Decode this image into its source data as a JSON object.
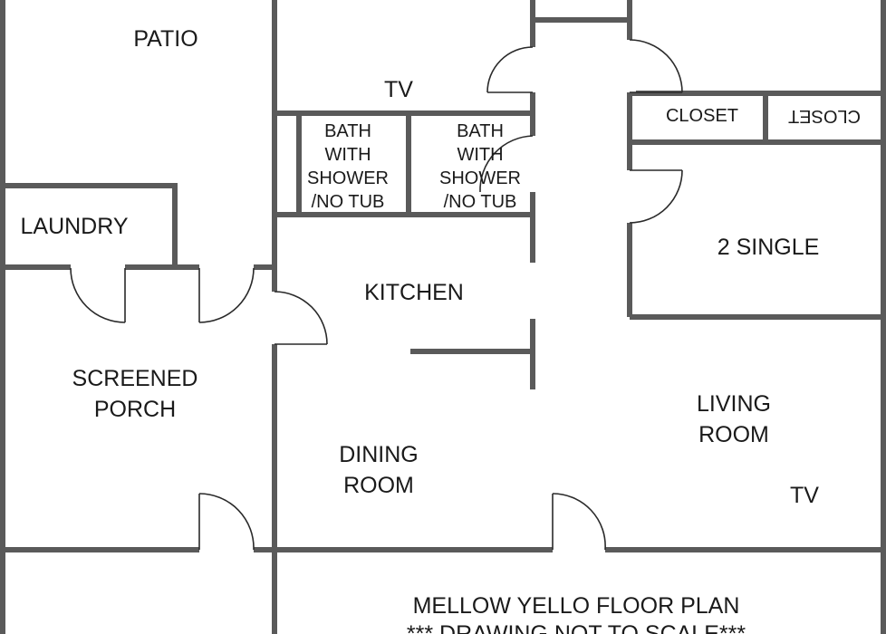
{
  "floor_plan": {
    "title": "MELLOW YELLO FLOOR PLAN",
    "subtitle": "*** DRAWING NOT TO SCALE***",
    "rooms": {
      "patio": "PATIO",
      "laundry": "LAUNDRY",
      "screened_porch": [
        "SCREENED",
        "PORCH"
      ],
      "bath_left": [
        "BATH",
        "WITH",
        "SHOWER",
        "/NO TUB"
      ],
      "bath_right": [
        "BATH",
        "WITH",
        "SHOWER",
        "/NO TUB"
      ],
      "kitchen": "KITCHEN",
      "dining_room": [
        "DINING",
        "ROOM"
      ],
      "living_room": [
        "LIVING",
        "ROOM"
      ],
      "bedroom_single": "2 SINGLE",
      "closet_left": "CLOSET",
      "closet_right": "CLOSET"
    },
    "tv_labels": [
      "TV",
      "TV"
    ],
    "colors": {
      "wall": "#5a5a5a",
      "line": "#2a2a2a",
      "background": "#ffffff",
      "text": "#1a1a1a"
    }
  }
}
